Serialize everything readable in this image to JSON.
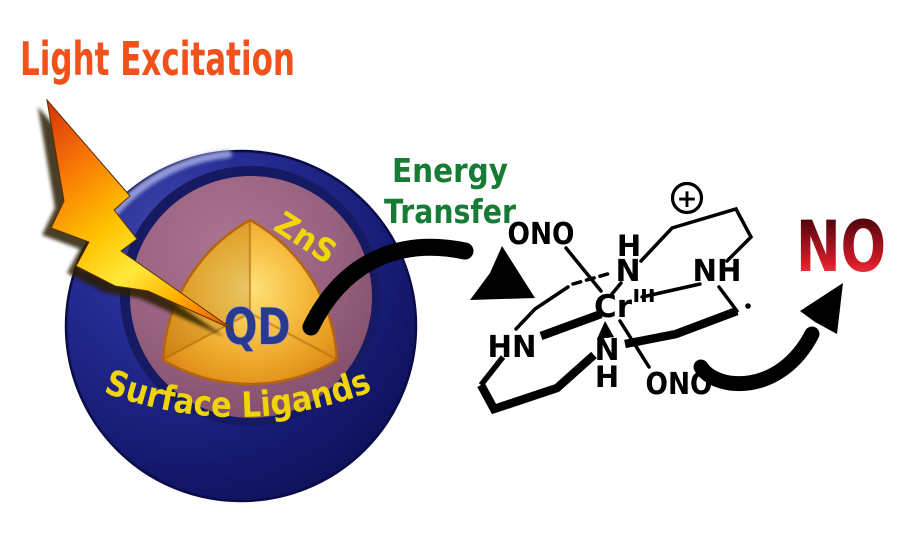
{
  "labels": {
    "light_excitation": "Light Excitation",
    "energy_transfer_line1": "Energy",
    "energy_transfer_line2": "Transfer",
    "product": "NO"
  },
  "sphere": {
    "shell_label": "ZnS",
    "core_label": "QD",
    "surface_label": "Surface Ligands"
  },
  "molecule": {
    "metal": "Cr",
    "oxidation_state": "III",
    "charge": "+",
    "nitrito_top": "ONO",
    "nitrito_bottom": "ONO",
    "amine_top_h": "H",
    "amine_top_n": "N",
    "amine_right": "NH",
    "amine_left": "HN",
    "amine_bottom_n": "N",
    "amine_bottom_h": "H"
  },
  "colors": {
    "light_excitation_orange": "#F1511A",
    "energy_transfer_green": "#157B35",
    "label_yellow": "#F2D60A",
    "qd_text_navy": "#2B3A8C",
    "sphere_blue": "#1E2380",
    "shell_mauve": "#9A6484",
    "core_gold": "#F0AE2E",
    "no_red_dark": "#3F0206",
    "no_red_bright": "#E62533",
    "structure_black": "#000000"
  }
}
